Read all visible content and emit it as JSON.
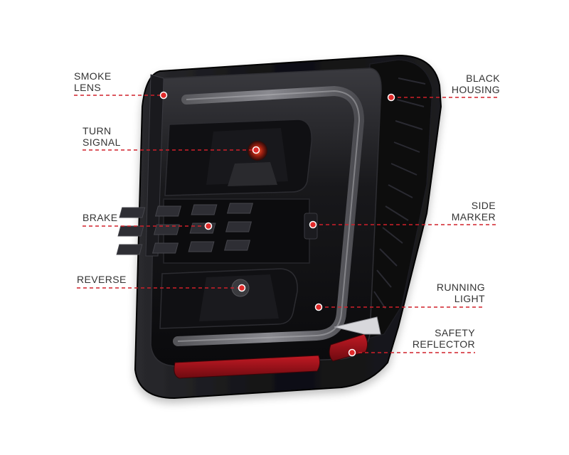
{
  "labels": {
    "smoke_lens": {
      "line1": "SMOKE",
      "line2": "LENS"
    },
    "turn_signal": {
      "line1": "TURN",
      "line2": "SIGNAL"
    },
    "brake": {
      "line1": "BRAKE"
    },
    "reverse": {
      "line1": "REVERSE"
    },
    "black_housing": {
      "line1": "BLACK",
      "line2": "HOUSING"
    },
    "side_marker": {
      "line1": "SIDE",
      "line2": "MARKER"
    },
    "running_light": {
      "line1": "RUNNING",
      "line2": "LIGHT"
    },
    "safety_reflector": {
      "line1": "SAFETY",
      "line2": "REFLECTOR"
    }
  },
  "colors": {
    "callout_line": "#d0202a",
    "callout_dot": "#e02a2a",
    "label_text": "#333333",
    "housing": "#0d0d0f",
    "reflector": "#a01018"
  }
}
